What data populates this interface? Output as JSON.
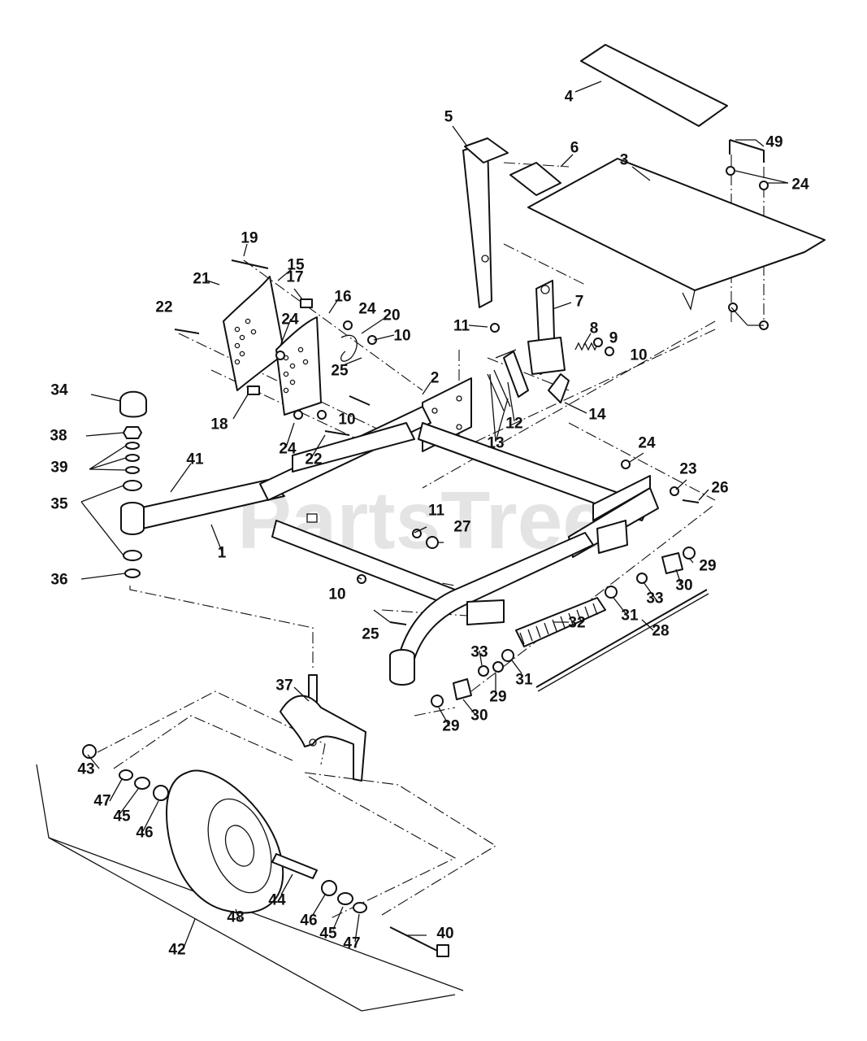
{
  "watermark": "PartsTree",
  "callouts": [
    {
      "id": "c1",
      "label": "1"
    },
    {
      "id": "c2",
      "label": "2"
    },
    {
      "id": "c3",
      "label": "3"
    },
    {
      "id": "c4",
      "label": "4"
    },
    {
      "id": "c5",
      "label": "5"
    },
    {
      "id": "c6",
      "label": "6"
    },
    {
      "id": "c7",
      "label": "7"
    },
    {
      "id": "c8",
      "label": "8"
    },
    {
      "id": "c9",
      "label": "9"
    },
    {
      "id": "c10a",
      "label": "10"
    },
    {
      "id": "c10b",
      "label": "10"
    },
    {
      "id": "c10c",
      "label": "10"
    },
    {
      "id": "c10d",
      "label": "10"
    },
    {
      "id": "c11a",
      "label": "11"
    },
    {
      "id": "c11b",
      "label": "11"
    },
    {
      "id": "c12",
      "label": "12"
    },
    {
      "id": "c13",
      "label": "13"
    },
    {
      "id": "c14",
      "label": "14"
    },
    {
      "id": "c15",
      "label": "15"
    },
    {
      "id": "c16",
      "label": "16"
    },
    {
      "id": "c17",
      "label": "17"
    },
    {
      "id": "c18",
      "label": "18"
    },
    {
      "id": "c19",
      "label": "19"
    },
    {
      "id": "c20",
      "label": "20"
    },
    {
      "id": "c21",
      "label": "21"
    },
    {
      "id": "c22a",
      "label": "22"
    },
    {
      "id": "c22b",
      "label": "22"
    },
    {
      "id": "c23",
      "label": "23"
    },
    {
      "id": "c24a",
      "label": "24"
    },
    {
      "id": "c24b",
      "label": "24"
    },
    {
      "id": "c24c",
      "label": "24"
    },
    {
      "id": "c24d",
      "label": "24"
    },
    {
      "id": "c24e",
      "label": "24"
    },
    {
      "id": "c25a",
      "label": "25"
    },
    {
      "id": "c25b",
      "label": "25"
    },
    {
      "id": "c26",
      "label": "26"
    },
    {
      "id": "c27",
      "label": "27"
    },
    {
      "id": "c28",
      "label": "28"
    },
    {
      "id": "c29a",
      "label": "29"
    },
    {
      "id": "c29b",
      "label": "29"
    },
    {
      "id": "c29c",
      "label": "29"
    },
    {
      "id": "c30a",
      "label": "30"
    },
    {
      "id": "c30b",
      "label": "30"
    },
    {
      "id": "c31a",
      "label": "31"
    },
    {
      "id": "c31b",
      "label": "31"
    },
    {
      "id": "c32",
      "label": "32"
    },
    {
      "id": "c33a",
      "label": "33"
    },
    {
      "id": "c33b",
      "label": "33"
    },
    {
      "id": "c34",
      "label": "34"
    },
    {
      "id": "c35",
      "label": "35"
    },
    {
      "id": "c36",
      "label": "36"
    },
    {
      "id": "c37",
      "label": "37"
    },
    {
      "id": "c38",
      "label": "38"
    },
    {
      "id": "c39",
      "label": "39"
    },
    {
      "id": "c40",
      "label": "40"
    },
    {
      "id": "c41",
      "label": "41"
    },
    {
      "id": "c42",
      "label": "42"
    },
    {
      "id": "c43",
      "label": "43"
    },
    {
      "id": "c44",
      "label": "44"
    },
    {
      "id": "c45a",
      "label": "45"
    },
    {
      "id": "c45b",
      "label": "45"
    },
    {
      "id": "c46a",
      "label": "46"
    },
    {
      "id": "c46b",
      "label": "46"
    },
    {
      "id": "c47a",
      "label": "47"
    },
    {
      "id": "c47b",
      "label": "47"
    },
    {
      "id": "c48",
      "label": "48"
    },
    {
      "id": "c49",
      "label": "49"
    }
  ]
}
